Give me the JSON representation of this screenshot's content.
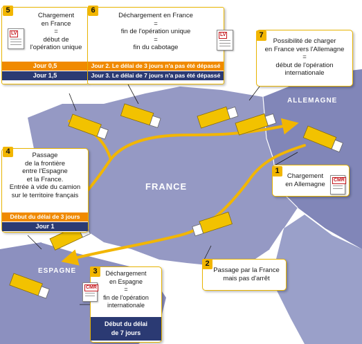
{
  "countries": {
    "france": "FRANCE",
    "allemagne": "ALLEMAGNE",
    "espagne": "ESPAGNE"
  },
  "steps": [
    {
      "num": "1",
      "lines": [
        "Chargement",
        "en Allemagne"
      ],
      "doc": "CMR"
    },
    {
      "num": "2",
      "lines": [
        "Passage par la France",
        "mais pas d'arrêt"
      ]
    },
    {
      "num": "3",
      "lines": [
        "Déchargement",
        "en Espagne",
        "=",
        "fin de l'opération",
        "internationale"
      ],
      "doc": "CMR",
      "bar_line1": "Début du délai",
      "bar_line2": "de 7 jours"
    },
    {
      "num": "4",
      "lines": [
        "Passage",
        "de la frontière",
        "entre l'Espagne",
        "et la France.",
        "Entrée à vide du camion",
        "sur le territoire français"
      ],
      "bar_orange": "Début du délai de 3 jours",
      "bar_navy": "Jour 1"
    },
    {
      "num": "5",
      "lines": [
        "Chargement",
        "en France",
        "=",
        "début de",
        "l'opération unique"
      ],
      "doc": "LV",
      "bar_orange": "Jour 0,5",
      "bar_navy": "Jour 1,5"
    },
    {
      "num": "6",
      "lines": [
        "Déchargement en France",
        "=",
        "fin de l'opération unique",
        "=",
        "fin du cabotage"
      ],
      "doc": "LV",
      "bar_orange": "Jour 2. Le délai de 3 jours n'a pas été dépassé",
      "bar_navy": "Jour 3. Le délai de 7 jours n'a pas été dépassé"
    },
    {
      "num": "7",
      "lines": [
        "Possibilité de charger",
        "en France vers l'Allemagne",
        "=",
        "début de l'opération",
        "internationale"
      ]
    }
  ],
  "colors": {
    "land": "#8f93bf",
    "land_dark": "#6f74a6",
    "route": "#f2b600",
    "truck": "#f2c200",
    "accent_orange": "#f08a00",
    "accent_navy": "#2b3a73"
  }
}
